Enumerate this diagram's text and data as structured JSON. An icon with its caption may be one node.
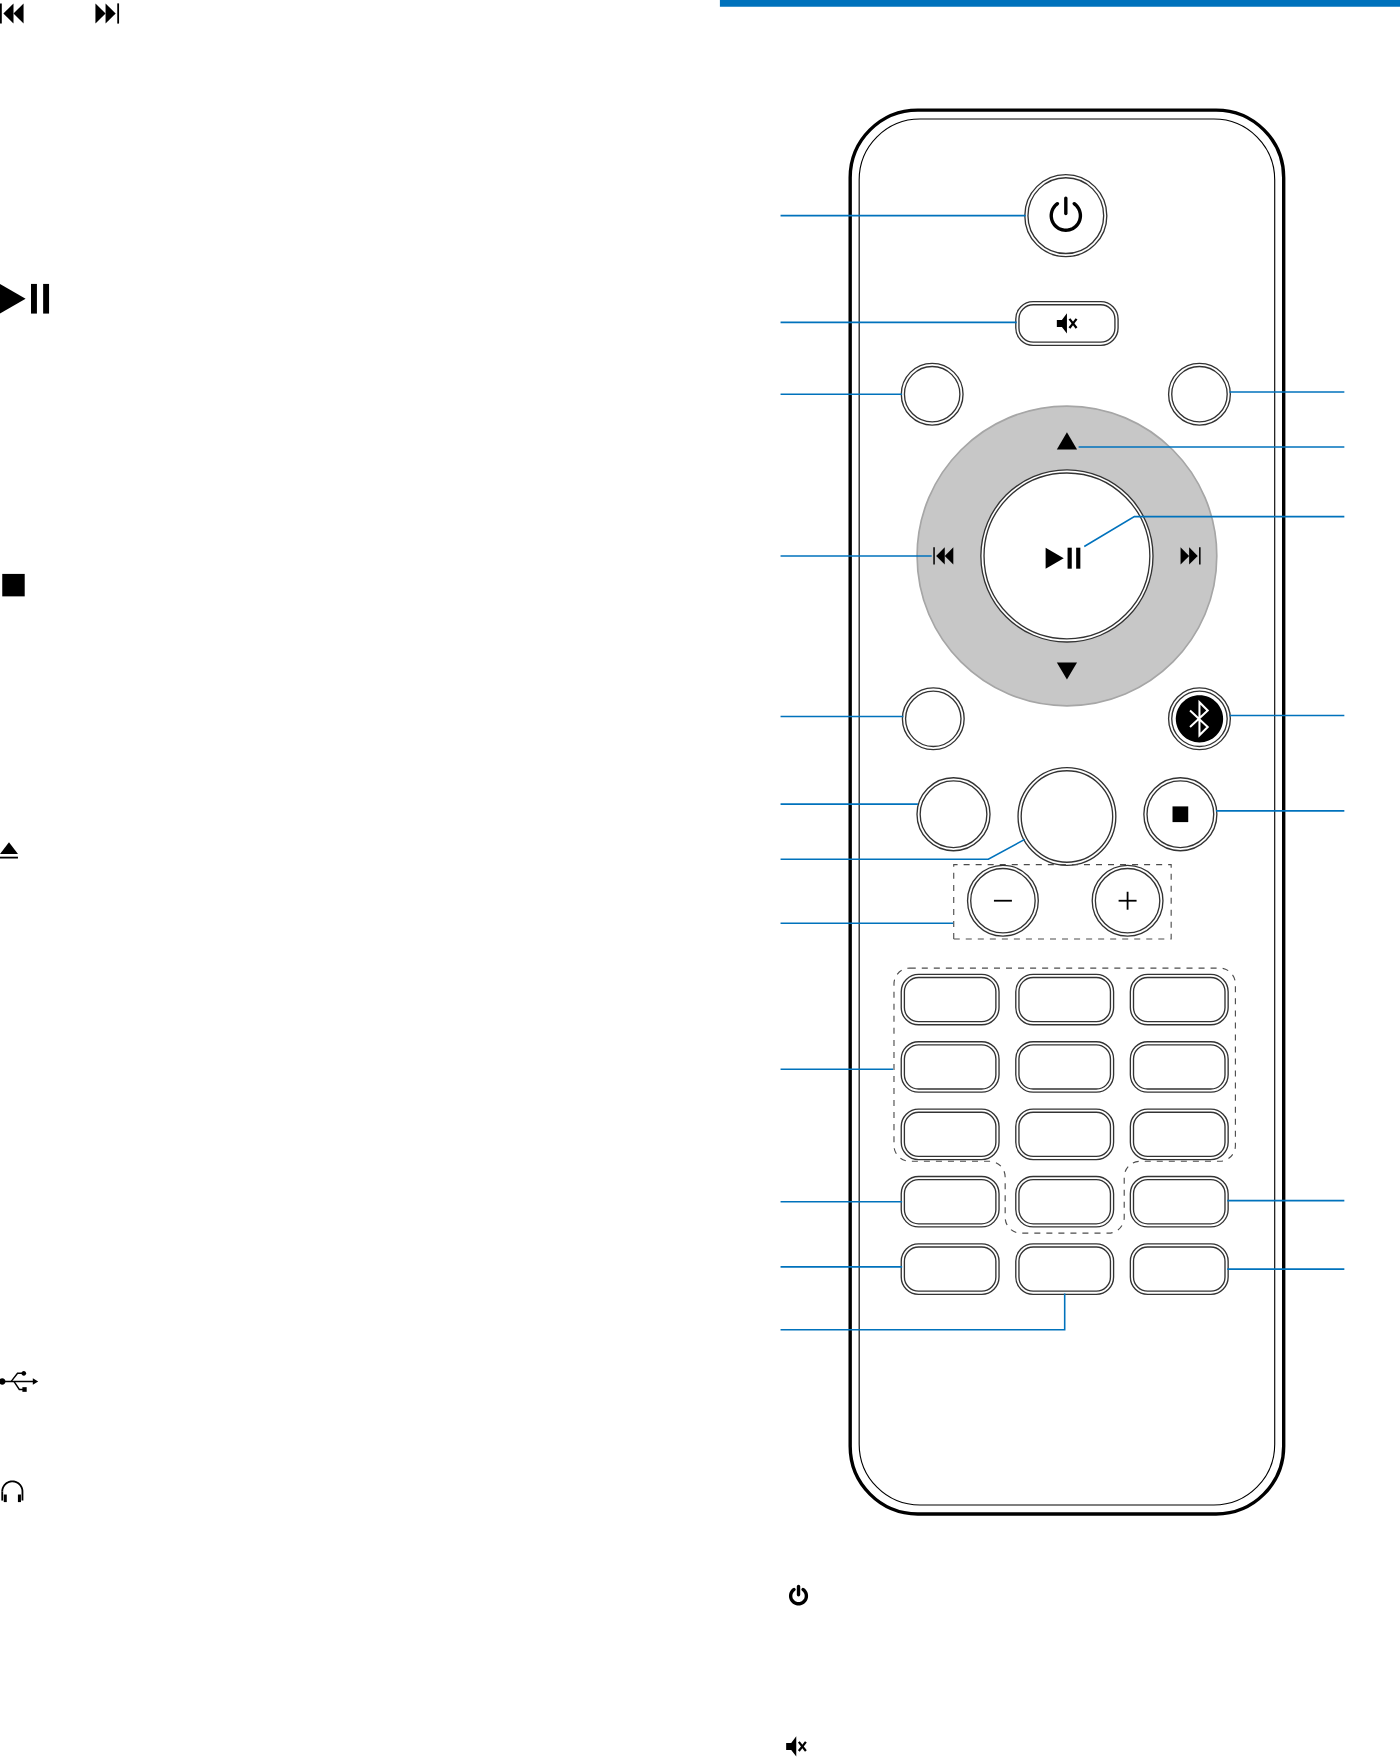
{
  "diagram": {
    "nodes": [
      {
        "text": [],
        "shape": "circle"
      },
      {
        "text": [],
        "shape": "box"
      },
      {
        "text": [],
        "shape": "circle"
      },
      {
        "text": [],
        "shape": "circle"
      },
      {
        "text": [],
        "shape": "circle"
      },
      {
        "text": [],
        "shape": "triangle",
        "in": 4
      },
      {
        "text": [],
        "shape": "triangle",
        "in": 4
      },
      {
        "text": [],
        "shape": "circle",
        "in": 4
      },
      {
        "text": [],
        "shape": "triangle",
        "in": 7
      },
      {
        "text": [],
        "shape": "triangle",
        "in": 4
      },
      {
        "text": [],
        "shape": "triangle",
        "in": 4
      },
      {
        "text": [],
        "shape": "circle"
      },
      {
        "text": [],
        "shape": "circle"
      },
      {
        "text": [],
        "shape": "circle"
      },
      {
        "text": [],
        "shape": "circle"
      },
      {
        "text": [],
        "shape": "circle"
      },
      {
        "text": [],
        "shape": "box"
      },
      {
        "text": [],
        "shape": "circle",
        "in": 16
      },
      {
        "text": [],
        "shape": "circle",
        "in": 16
      },
      {
        "text": [],
        "shape": "box"
      },
      {
        "text": [],
        "shape": "box",
        "in": 19
      },
      {
        "text": [],
        "shape": "box",
        "in": 19
      },
      {
        "text": [],
        "shape": "box",
        "in": 19
      },
      {
        "text": [],
        "shape": "box",
        "in": 19
      },
      {
        "text": [],
        "shape": "box",
        "in": 19
      },
      {
        "text": [],
        "shape": "box",
        "in": 19
      },
      {
        "text": [],
        "shape": "box",
        "in": 19
      },
      {
        "text": [],
        "shape": "box",
        "in": 19
      },
      {
        "text": [],
        "shape": "box",
        "in": 19
      },
      {
        "text": [],
        "shape": "box"
      },
      {
        "text": [],
        "shape": "box",
        "in": 19
      },
      {
        "text": [],
        "shape": "box"
      },
      {
        "text": [],
        "shape": "box"
      },
      {
        "text": [],
        "shape": "box"
      },
      {
        "text": [],
        "shape": "box"
      }
    ],
    "edges": [
      {
        "from": null,
        "to": 0,
        "arrow": "none"
      },
      {
        "from": null,
        "to": 1,
        "arrow": "none"
      },
      {
        "from": null,
        "to": 2,
        "arrow": "none"
      },
      {
        "from": null,
        "to": 6,
        "arrow": "none"
      },
      {
        "from": null,
        "to": 11,
        "arrow": "none"
      },
      {
        "from": null,
        "to": 13,
        "arrow": "none"
      },
      {
        "from": null,
        "to": 14,
        "arrow": "none"
      },
      {
        "from": null,
        "to": 16,
        "arrow": "none"
      },
      {
        "from": null,
        "to": 19,
        "arrow": "none"
      },
      {
        "from": null,
        "to": 29,
        "arrow": "none"
      },
      {
        "from": null,
        "to": 32,
        "arrow": "none"
      },
      {
        "from": null,
        "to": 33,
        "arrow": "none"
      },
      {
        "from": null,
        "to": 3,
        "arrow": "none"
      },
      {
        "from": null,
        "to": 5,
        "arrow": "none"
      },
      {
        "from": null,
        "to": 8,
        "arrow": "none"
      },
      {
        "from": null,
        "to": 12,
        "arrow": "none"
      },
      {
        "from": null,
        "to": 15,
        "arrow": "none"
      },
      {
        "from": null,
        "to": 31,
        "arrow": "none"
      },
      {
        "from": null,
        "to": 34,
        "arrow": "none"
      }
    ]
  }
}
